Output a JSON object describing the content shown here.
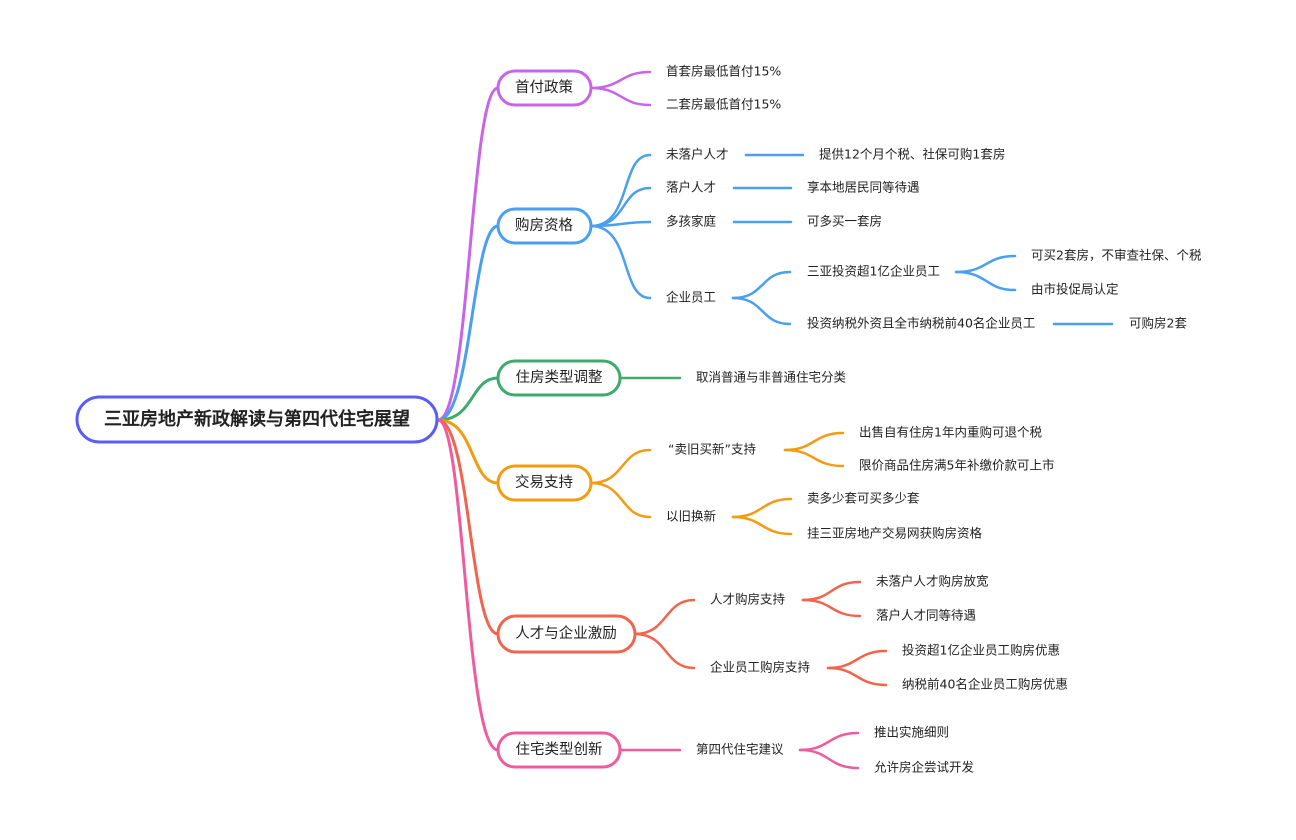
{
  "root": {
    "label": "三亚房地产新政解读与第四代住宅展望",
    "color": "#5a5ef5"
  },
  "branches": [
    {
      "label": "首付政策",
      "color": "#c764e8",
      "children": [
        {
          "label": "首套房最低首付15%"
        },
        {
          "label": "二套房最低首付15%"
        }
      ]
    },
    {
      "label": "购房资格",
      "color": "#4a9ff0",
      "children": [
        {
          "label": "未落户人才",
          "children": [
            {
              "label": "提供12个月个税、社保可购1套房"
            }
          ]
        },
        {
          "label": "落户人才",
          "children": [
            {
              "label": "享本地居民同等待遇"
            }
          ]
        },
        {
          "label": "多孩家庭",
          "children": [
            {
              "label": "可多买一套房"
            }
          ]
        },
        {
          "label": "企业员工",
          "children": [
            {
              "label": "三亚投资超1亿企业员工",
              "children": [
                {
                  "label": "可买2套房，不审查社保、个税"
                },
                {
                  "label": "由市投促局认定"
                }
              ]
            },
            {
              "label": "投资纳税外资且全市纳税前40名企业员工",
              "children": [
                {
                  "label": "可购房2套"
                }
              ]
            }
          ]
        }
      ]
    },
    {
      "label": "住房类型调整",
      "color": "#3daa6e",
      "children": [
        {
          "label": "取消普通与非普通住宅分类"
        }
      ]
    },
    {
      "label": "交易支持",
      "color": "#f39c12",
      "children": [
        {
          "label": "“卖旧买新”支持",
          "children": [
            {
              "label": "出售自有住房1年内重购可退个税"
            },
            {
              "label": "限价商品住房满5年补缴价款可上市"
            }
          ]
        },
        {
          "label": "以旧换新",
          "children": [
            {
              "label": "卖多少套可买多少套"
            },
            {
              "label": "挂三亚房地产交易网获购房资格"
            }
          ]
        }
      ]
    },
    {
      "label": "人才与企业激励",
      "color": "#f0654e",
      "children": [
        {
          "label": "人才购房支持",
          "children": [
            {
              "label": "未落户人才购房放宽"
            },
            {
              "label": "落户人才同等待遇"
            }
          ]
        },
        {
          "label": "企业员工购房支持",
          "children": [
            {
              "label": "投资超1亿企业员工购房优惠"
            },
            {
              "label": "纳税前40名企业员工购房优惠"
            }
          ]
        }
      ]
    },
    {
      "label": "住宅类型创新",
      "color": "#ef5c9c",
      "children": [
        {
          "label": "第四代住宅建议",
          "children": [
            {
              "label": "推出实施细则"
            },
            {
              "label": "允许房企尝试开发"
            }
          ]
        }
      ]
    }
  ]
}
